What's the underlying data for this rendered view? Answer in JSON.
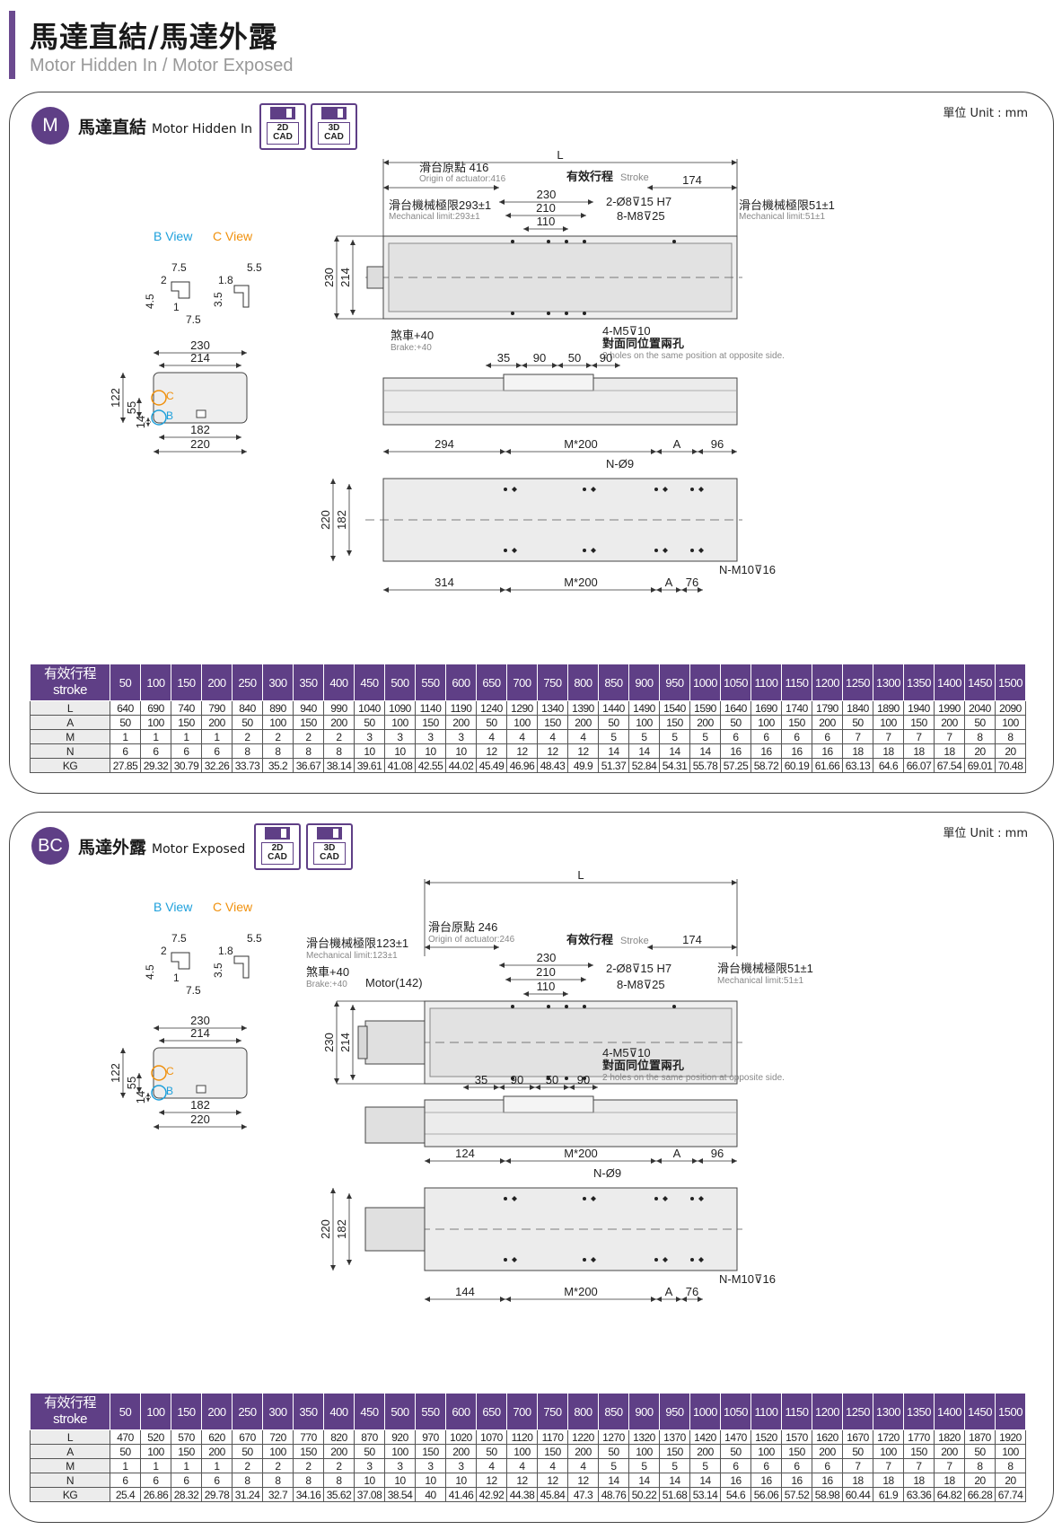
{
  "header": {
    "title": "馬達直結/馬達外露",
    "subtitle": "Motor Hidden In / Motor Exposed"
  },
  "unit_label": "單位 Unit : mm",
  "cad_labels": {
    "two_d": [
      "2D",
      "CAD"
    ],
    "three_d": [
      "3D",
      "CAD"
    ]
  },
  "colors": {
    "accent": "#5f3f86",
    "c_view": "#f0900c",
    "b_view": "#1ea0dc"
  },
  "view_labels": {
    "b_view": "B View",
    "c_view": "C View",
    "b": "B",
    "c": "C"
  },
  "panels": [
    {
      "badge": "M",
      "title_zh": "馬達直結",
      "title_en": "Motor Hidden In",
      "labels": {
        "origin": "滑台原點 416",
        "origin_en": "Origin of actuator:416",
        "mech_left": "滑台機械極限293±1",
        "mech_left_en": "Mechanical limit:293±1",
        "mech_right": "滑台機械極限51±1",
        "mech_right_en": "Mechanical limit:51±1",
        "stroke": "有效行程",
        "stroke_en": "Stroke",
        "brake": "煞車+40",
        "brake_en": "Brake:+40",
        "motor": "",
        "pin": "2-Ø8⊽15 H7",
        "thread": "8-M8⊽25",
        "m5": "4-M5⊽10",
        "same_pos": "對面同位置兩孔",
        "same_pos_en": "2 holes on the same position at opposite side.",
        "n_hole": "N-Ø9",
        "n_thread": "N-M10⊽16",
        "m200": "M*200"
      },
      "dims": {
        "L": "L",
        "d174": "174",
        "d230": "230",
        "d210": "210",
        "d110": "110",
        "d214": "214",
        "d35": "35",
        "d90": "90",
        "d50": "50",
        "d90b": "90",
        "left_top": "294",
        "A": "A",
        "d96": "96",
        "d220": "220",
        "d182": "182",
        "left_bot": "314",
        "d76": "76",
        "cs_230": "230",
        "cs_214": "214",
        "cs_122": "122",
        "cs_55": "55",
        "cs_14": "14",
        "cs_182": "182",
        "cs_220": "220",
        "v_7_5": "7.5",
        "v_2": "2",
        "v_4_5": "4.5",
        "v_1": "1",
        "v_7_5b": "7.5",
        "v_5_5": "5.5",
        "v_1_8": "1.8",
        "v_3_5": "3.5"
      },
      "table": {
        "header_zh": "有效行程",
        "header_en": "stroke",
        "strokes": [
          "50",
          "100",
          "150",
          "200",
          "250",
          "300",
          "350",
          "400",
          "450",
          "500",
          "550",
          "600",
          "650",
          "700",
          "750",
          "800",
          "850",
          "900",
          "950",
          "1000",
          "1050",
          "1100",
          "1150",
          "1200",
          "1250",
          "1300",
          "1350",
          "1400",
          "1450",
          "1500"
        ],
        "rows": [
          {
            "name": "L",
            "values": [
              "640",
              "690",
              "740",
              "790",
              "840",
              "890",
              "940",
              "990",
              "1040",
              "1090",
              "1140",
              "1190",
              "1240",
              "1290",
              "1340",
              "1390",
              "1440",
              "1490",
              "1540",
              "1590",
              "1640",
              "1690",
              "1740",
              "1790",
              "1840",
              "1890",
              "1940",
              "1990",
              "2040",
              "2090"
            ]
          },
          {
            "name": "A",
            "values": [
              "50",
              "100",
              "150",
              "200",
              "50",
              "100",
              "150",
              "200",
              "50",
              "100",
              "150",
              "200",
              "50",
              "100",
              "150",
              "200",
              "50",
              "100",
              "150",
              "200",
              "50",
              "100",
              "150",
              "200",
              "50",
              "100",
              "150",
              "200",
              "50",
              "100"
            ]
          },
          {
            "name": "M",
            "values": [
              "1",
              "1",
              "1",
              "1",
              "2",
              "2",
              "2",
              "2",
              "3",
              "3",
              "3",
              "3",
              "4",
              "4",
              "4",
              "4",
              "5",
              "5",
              "5",
              "5",
              "6",
              "6",
              "6",
              "6",
              "7",
              "7",
              "7",
              "7",
              "8",
              "8"
            ]
          },
          {
            "name": "N",
            "values": [
              "6",
              "6",
              "6",
              "6",
              "8",
              "8",
              "8",
              "8",
              "10",
              "10",
              "10",
              "10",
              "12",
              "12",
              "12",
              "12",
              "14",
              "14",
              "14",
              "14",
              "16",
              "16",
              "16",
              "16",
              "18",
              "18",
              "18",
              "18",
              "20",
              "20"
            ]
          },
          {
            "name": "KG",
            "values": [
              "27.85",
              "29.32",
              "30.79",
              "32.26",
              "33.73",
              "35.2",
              "36.67",
              "38.14",
              "39.61",
              "41.08",
              "42.55",
              "44.02",
              "45.49",
              "46.96",
              "48.43",
              "49.9",
              "51.37",
              "52.84",
              "54.31",
              "55.78",
              "57.25",
              "58.72",
              "60.19",
              "61.66",
              "63.13",
              "64.6",
              "66.07",
              "67.54",
              "69.01",
              "70.48"
            ]
          }
        ]
      }
    },
    {
      "badge": "BC",
      "title_zh": "馬達外露",
      "title_en": "Motor Exposed",
      "labels": {
        "origin": "滑台原點 246",
        "origin_en": "Origin of actuator:246",
        "mech_left": "滑台機械極限123±1",
        "mech_left_en": "Mechanical limit:123±1",
        "mech_right": "滑台機械極限51±1",
        "mech_right_en": "Mechanical limit:51±1",
        "stroke": "有效行程",
        "stroke_en": "Stroke",
        "brake": "煞車+40",
        "brake_en": "Brake:+40",
        "motor": "Motor(142)",
        "pin": "2-Ø8⊽15 H7",
        "thread": "8-M8⊽25",
        "m5": "4-M5⊽10",
        "same_pos": "對面同位置兩孔",
        "same_pos_en": "2 holes on the same position at opposite side.",
        "n_hole": "N-Ø9",
        "n_thread": "N-M10⊽16",
        "m200": "M*200"
      },
      "dims": {
        "L": "L",
        "d174": "174",
        "d230": "230",
        "d210": "210",
        "d110": "110",
        "d214": "214",
        "d35": "35",
        "d90": "90",
        "d50": "50",
        "d90b": "90",
        "left_top": "124",
        "A": "A",
        "d96": "96",
        "d220": "220",
        "d182": "182",
        "left_bot": "144",
        "d76": "76",
        "cs_230": "230",
        "cs_214": "214",
        "cs_122": "122",
        "cs_55": "55",
        "cs_14": "14",
        "cs_182": "182",
        "cs_220": "220",
        "v_7_5": "7.5",
        "v_2": "2",
        "v_4_5": "4.5",
        "v_1": "1",
        "v_7_5b": "7.5",
        "v_5_5": "5.5",
        "v_1_8": "1.8",
        "v_3_5": "3.5"
      },
      "table": {
        "header_zh": "有效行程",
        "header_en": "stroke",
        "strokes": [
          "50",
          "100",
          "150",
          "200",
          "250",
          "300",
          "350",
          "400",
          "450",
          "500",
          "550",
          "600",
          "650",
          "700",
          "750",
          "800",
          "850",
          "900",
          "950",
          "1000",
          "1050",
          "1100",
          "1150",
          "1200",
          "1250",
          "1300",
          "1350",
          "1400",
          "1450",
          "1500"
        ],
        "rows": [
          {
            "name": "L",
            "values": [
              "470",
              "520",
              "570",
              "620",
              "670",
              "720",
              "770",
              "820",
              "870",
              "920",
              "970",
              "1020",
              "1070",
              "1120",
              "1170",
              "1220",
              "1270",
              "1320",
              "1370",
              "1420",
              "1470",
              "1520",
              "1570",
              "1620",
              "1670",
              "1720",
              "1770",
              "1820",
              "1870",
              "1920"
            ]
          },
          {
            "name": "A",
            "values": [
              "50",
              "100",
              "150",
              "200",
              "50",
              "100",
              "150",
              "200",
              "50",
              "100",
              "150",
              "200",
              "50",
              "100",
              "150",
              "200",
              "50",
              "100",
              "150",
              "200",
              "50",
              "100",
              "150",
              "200",
              "50",
              "100",
              "150",
              "200",
              "50",
              "100"
            ]
          },
          {
            "name": "M",
            "values": [
              "1",
              "1",
              "1",
              "1",
              "2",
              "2",
              "2",
              "2",
              "3",
              "3",
              "3",
              "3",
              "4",
              "4",
              "4",
              "4",
              "5",
              "5",
              "5",
              "5",
              "6",
              "6",
              "6",
              "6",
              "7",
              "7",
              "7",
              "7",
              "8",
              "8"
            ]
          },
          {
            "name": "N",
            "values": [
              "6",
              "6",
              "6",
              "6",
              "8",
              "8",
              "8",
              "8",
              "10",
              "10",
              "10",
              "10",
              "12",
              "12",
              "12",
              "12",
              "14",
              "14",
              "14",
              "14",
              "16",
              "16",
              "16",
              "16",
              "18",
              "18",
              "18",
              "18",
              "20",
              "20"
            ]
          },
          {
            "name": "KG",
            "values": [
              "25.4",
              "26.86",
              "28.32",
              "29.78",
              "31.24",
              "32.7",
              "34.16",
              "35.62",
              "37.08",
              "38.54",
              "40",
              "41.46",
              "42.92",
              "44.38",
              "45.84",
              "47.3",
              "48.76",
              "50.22",
              "51.68",
              "53.14",
              "54.6",
              "56.06",
              "57.52",
              "58.98",
              "60.44",
              "61.9",
              "63.36",
              "64.82",
              "66.28",
              "67.74"
            ]
          }
        ]
      }
    }
  ]
}
